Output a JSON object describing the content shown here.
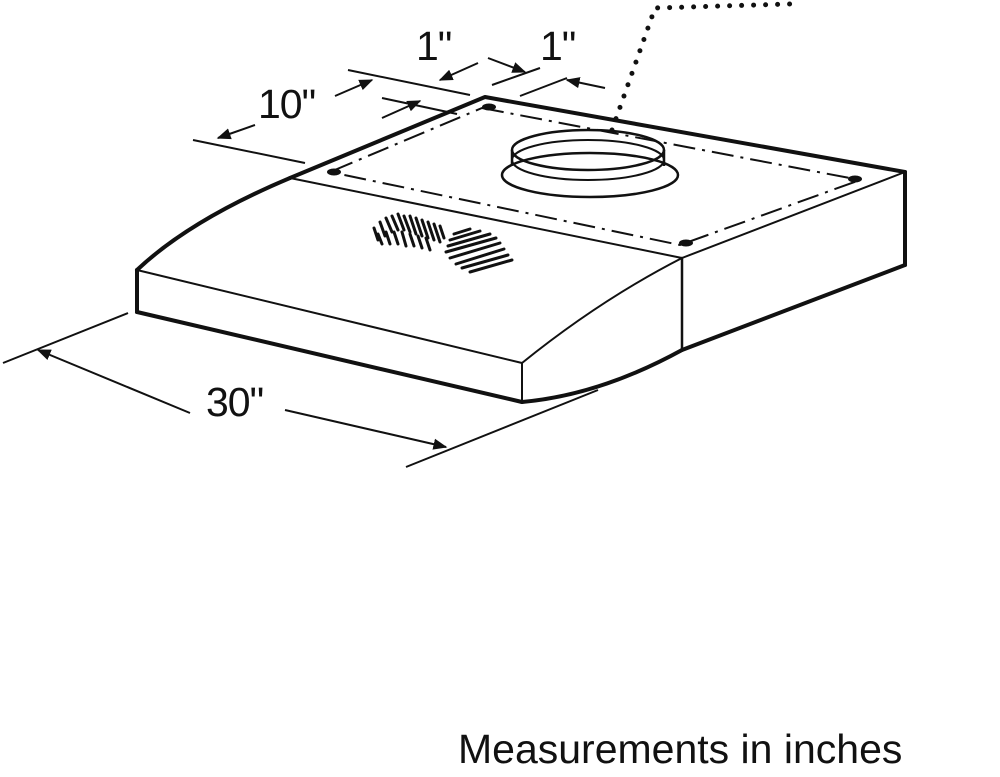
{
  "diagram": {
    "subject": "Under-cabinet range hood, isometric view",
    "colors": {
      "line": "#111111",
      "background": "#ffffff"
    }
  },
  "dimensions": {
    "width": {
      "label": "30\"",
      "value": 30,
      "unit": "in"
    },
    "depth_offset": {
      "label": "10\"",
      "value": 10,
      "unit": "in"
    },
    "duct_offset_left": {
      "label": "1\"",
      "value": 1,
      "unit": "in"
    },
    "duct_offset_right": {
      "label": "1\"",
      "value": 1,
      "unit": "in"
    }
  },
  "caption": {
    "text": "Measurements in inches"
  }
}
